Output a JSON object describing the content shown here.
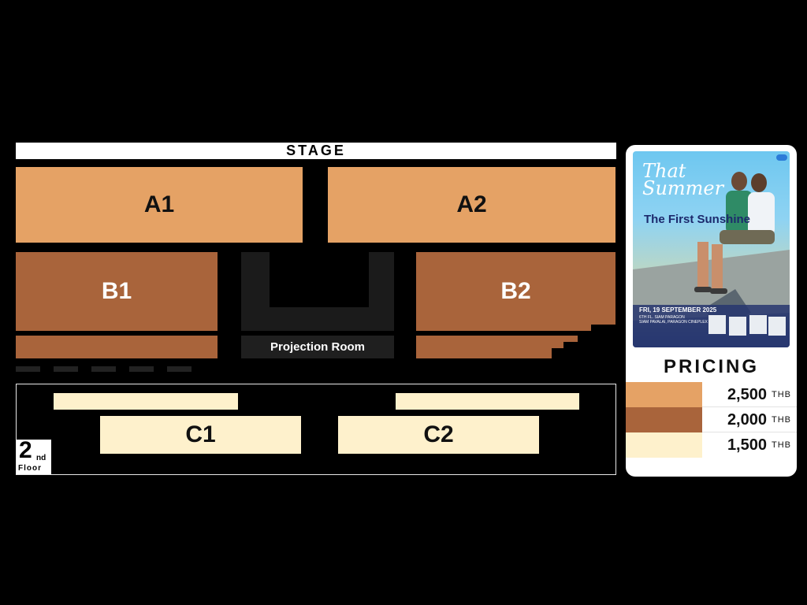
{
  "stage": {
    "label": "STAGE"
  },
  "zones": {
    "a1": "A1",
    "a2": "A2",
    "b1": "B1",
    "b2": "B2",
    "c1": "C1",
    "c2": "C2"
  },
  "projection_room": "Projection Room",
  "floor": {
    "number": "2",
    "suffix": "nd",
    "word": "Floor"
  },
  "poster": {
    "title_line1": "That",
    "title_line2": "Summer",
    "subtitle": "The First Sunshine",
    "date": "FRI, 19 SEPTEMBER 2025",
    "venue_line1": "6TH FL. SIAM PARAGON",
    "venue_line2": "SIAM PAVALAI, PARAGON CINEPLEX"
  },
  "pricing": {
    "title": "PRICING",
    "tiers": [
      {
        "price": "2,500",
        "unit": "THB",
        "color": "#E5A265"
      },
      {
        "price": "2,000",
        "unit": "THB",
        "color": "#A9643B"
      },
      {
        "price": "1,500",
        "unit": "THB",
        "color": "#FEF1CC"
      }
    ]
  }
}
